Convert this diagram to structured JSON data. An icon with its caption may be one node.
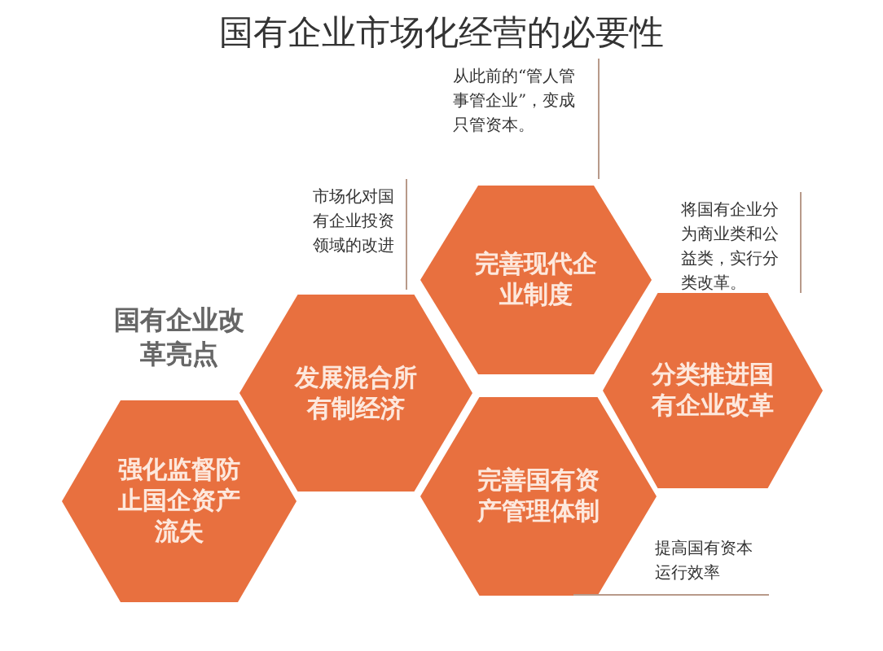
{
  "diagram": {
    "title": "国有企业市场化经营的必要性",
    "nodes": [
      {
        "text": [
          "完善现代企业制度"
        ],
        "beside": [
          "从此前的“管人管事管企业”，变成只管资本。"
        ]
      },
      {
        "text": [
          "发展混合所有制经济"
        ],
        "beside": [
          "市场化对国有企业投资领域的改进"
        ]
      },
      {
        "text": [
          "分类推进国有企业改革"
        ],
        "beside": [
          "将国有企业分为商业类和公益类，实行分类改革。"
        ]
      },
      {
        "text": [
          "强化监督防止国企资产流失"
        ]
      },
      {
        "text": [
          "完善国有资产管理体制"
        ],
        "beside": [
          "提高国有资本运行效率"
        ]
      }
    ],
    "labels": [
      "国有企业改革亮点"
    ]
  }
}
